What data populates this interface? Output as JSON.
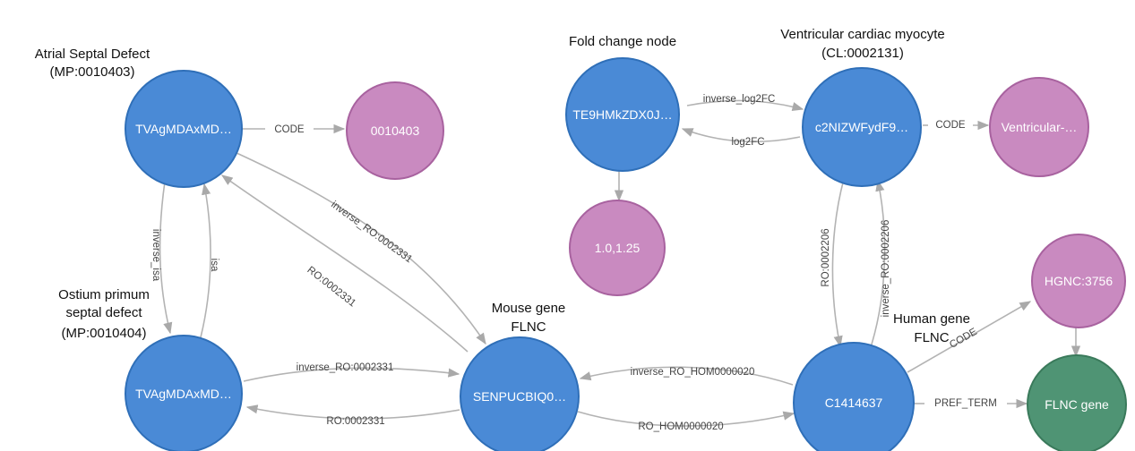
{
  "colors": {
    "concept": "#4a8ad6",
    "concept_stroke": "#2f6fb8",
    "code": "#c98ac0",
    "code_stroke": "#a8629f",
    "term": "#4f9474",
    "term_stroke": "#3a7a5b",
    "edge": "#b3b3b3",
    "edge_label": "#444444"
  },
  "annotations": {
    "atrial_1": "Atrial Septal Defect",
    "atrial_2": "(MP:0010403)",
    "fold_1": "Fold change node",
    "ventricular_1": "Ventricular cardiac myocyte",
    "ventricular_2": "(CL:0002131)",
    "ostium_1": "Ostium primum",
    "ostium_2": "septal defect",
    "ostium_3": "(MP:0010404)",
    "mouse_1": "Mouse gene",
    "mouse_2": "FLNC",
    "human_1": "Human gene",
    "human_2": "FLNC"
  },
  "nodes": {
    "mp_atrial": {
      "label": "TVAgMDAxMD…",
      "kind": "concept"
    },
    "code_0010403": {
      "label": "0010403",
      "kind": "code"
    },
    "foldchange": {
      "label": "TE9HMkZDX0J…",
      "kind": "concept"
    },
    "fc_value": {
      "label": "1.0,1.25",
      "kind": "code"
    },
    "cl_ventricular": {
      "label": "c2NIZWFydF9…",
      "kind": "concept"
    },
    "code_ventricular": {
      "label": "Ventricular-…",
      "kind": "code"
    },
    "mp_ostium": {
      "label": "TVAgMDAxMD…",
      "kind": "concept"
    },
    "mouse_flnc": {
      "label": "SENPUCBIQ0…",
      "kind": "concept"
    },
    "human_flnc": {
      "label": "C1414637",
      "kind": "concept"
    },
    "hgnc": {
      "label": "HGNC:3756",
      "kind": "code"
    },
    "flnc_term": {
      "label": "FLNC gene",
      "kind": "term"
    }
  },
  "edges": {
    "code_atrial": "CODE",
    "inverse_isa": "inverse_isa",
    "isa": "isa",
    "inverse_ro_atrial": "inverse_RO:0002331",
    "ro_atrial": "RO:0002331",
    "inverse_ro_ostium": "inverse_RO:0002331",
    "ro_ostium": "RO:0002331",
    "inverse_log2fc": "inverse_log2FC",
    "log2fc": "log2FC",
    "code_ventricular": "CODE",
    "ro_0002206": "RO:0002206",
    "inverse_ro_0002206": "inverse_RO:0002206",
    "inverse_ro_hom": "inverse_RO_HOM0000020",
    "ro_hom": "RO_HOM0000020",
    "code_hgnc": "CODE",
    "pref_term": "PREF_TERM"
  }
}
